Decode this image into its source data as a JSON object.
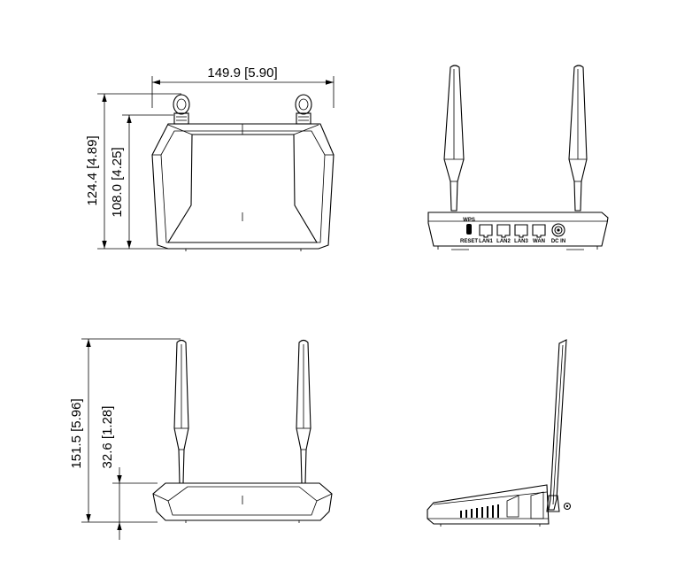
{
  "dimensions": {
    "top_width": "149.9 [5.90]",
    "top_depth_total": "124.4 [4.89]",
    "top_depth_body": "108.0 [4.25]",
    "front_height_total": "151.5 [5.96]",
    "front_height_body": "32.6 [1.28]"
  },
  "rear_panel": {
    "wps_label": "WPS",
    "reset_label": "RESET",
    "ports": [
      "LAN1",
      "LAN2",
      "LAN3",
      "WAN"
    ],
    "power_label": "DC IN"
  }
}
